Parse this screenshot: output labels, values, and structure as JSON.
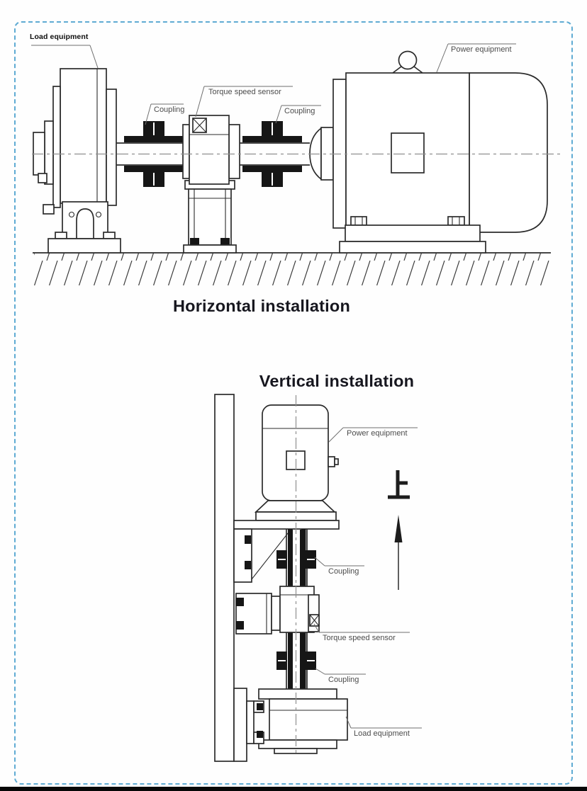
{
  "page": {
    "background": "#ffffff",
    "border_color": "#5fabd3",
    "bottom_bar_color": "#070707"
  },
  "colors": {
    "line": "#2b2b2b",
    "dark_fill": "#161616",
    "label_text": "#4c4c4c",
    "bold_label_text": "#0f0f0f",
    "title_text": "#17171f",
    "centerline": "#8f8f8f",
    "leader_line": "#6f6f6f"
  },
  "diagrams": {
    "horizontal": {
      "title": "Horizontal installation",
      "labels": {
        "load_equipment": "Load equipment",
        "coupling_left": "Coupling",
        "torque_speed_sensor": "Torque speed sensor",
        "coupling_right": "Coupling",
        "power_equipment": "Power equipment"
      }
    },
    "vertical": {
      "title": "Vertical installation",
      "labels": {
        "power_equipment": "Power equipment",
        "coupling_upper": "Coupling",
        "torque_speed_sensor": "Torque speed sensor",
        "coupling_lower": "Coupling",
        "load_equipment": "Load equipment"
      },
      "up_marker": {
        "character": "上",
        "icon": "up-arrow"
      }
    }
  }
}
